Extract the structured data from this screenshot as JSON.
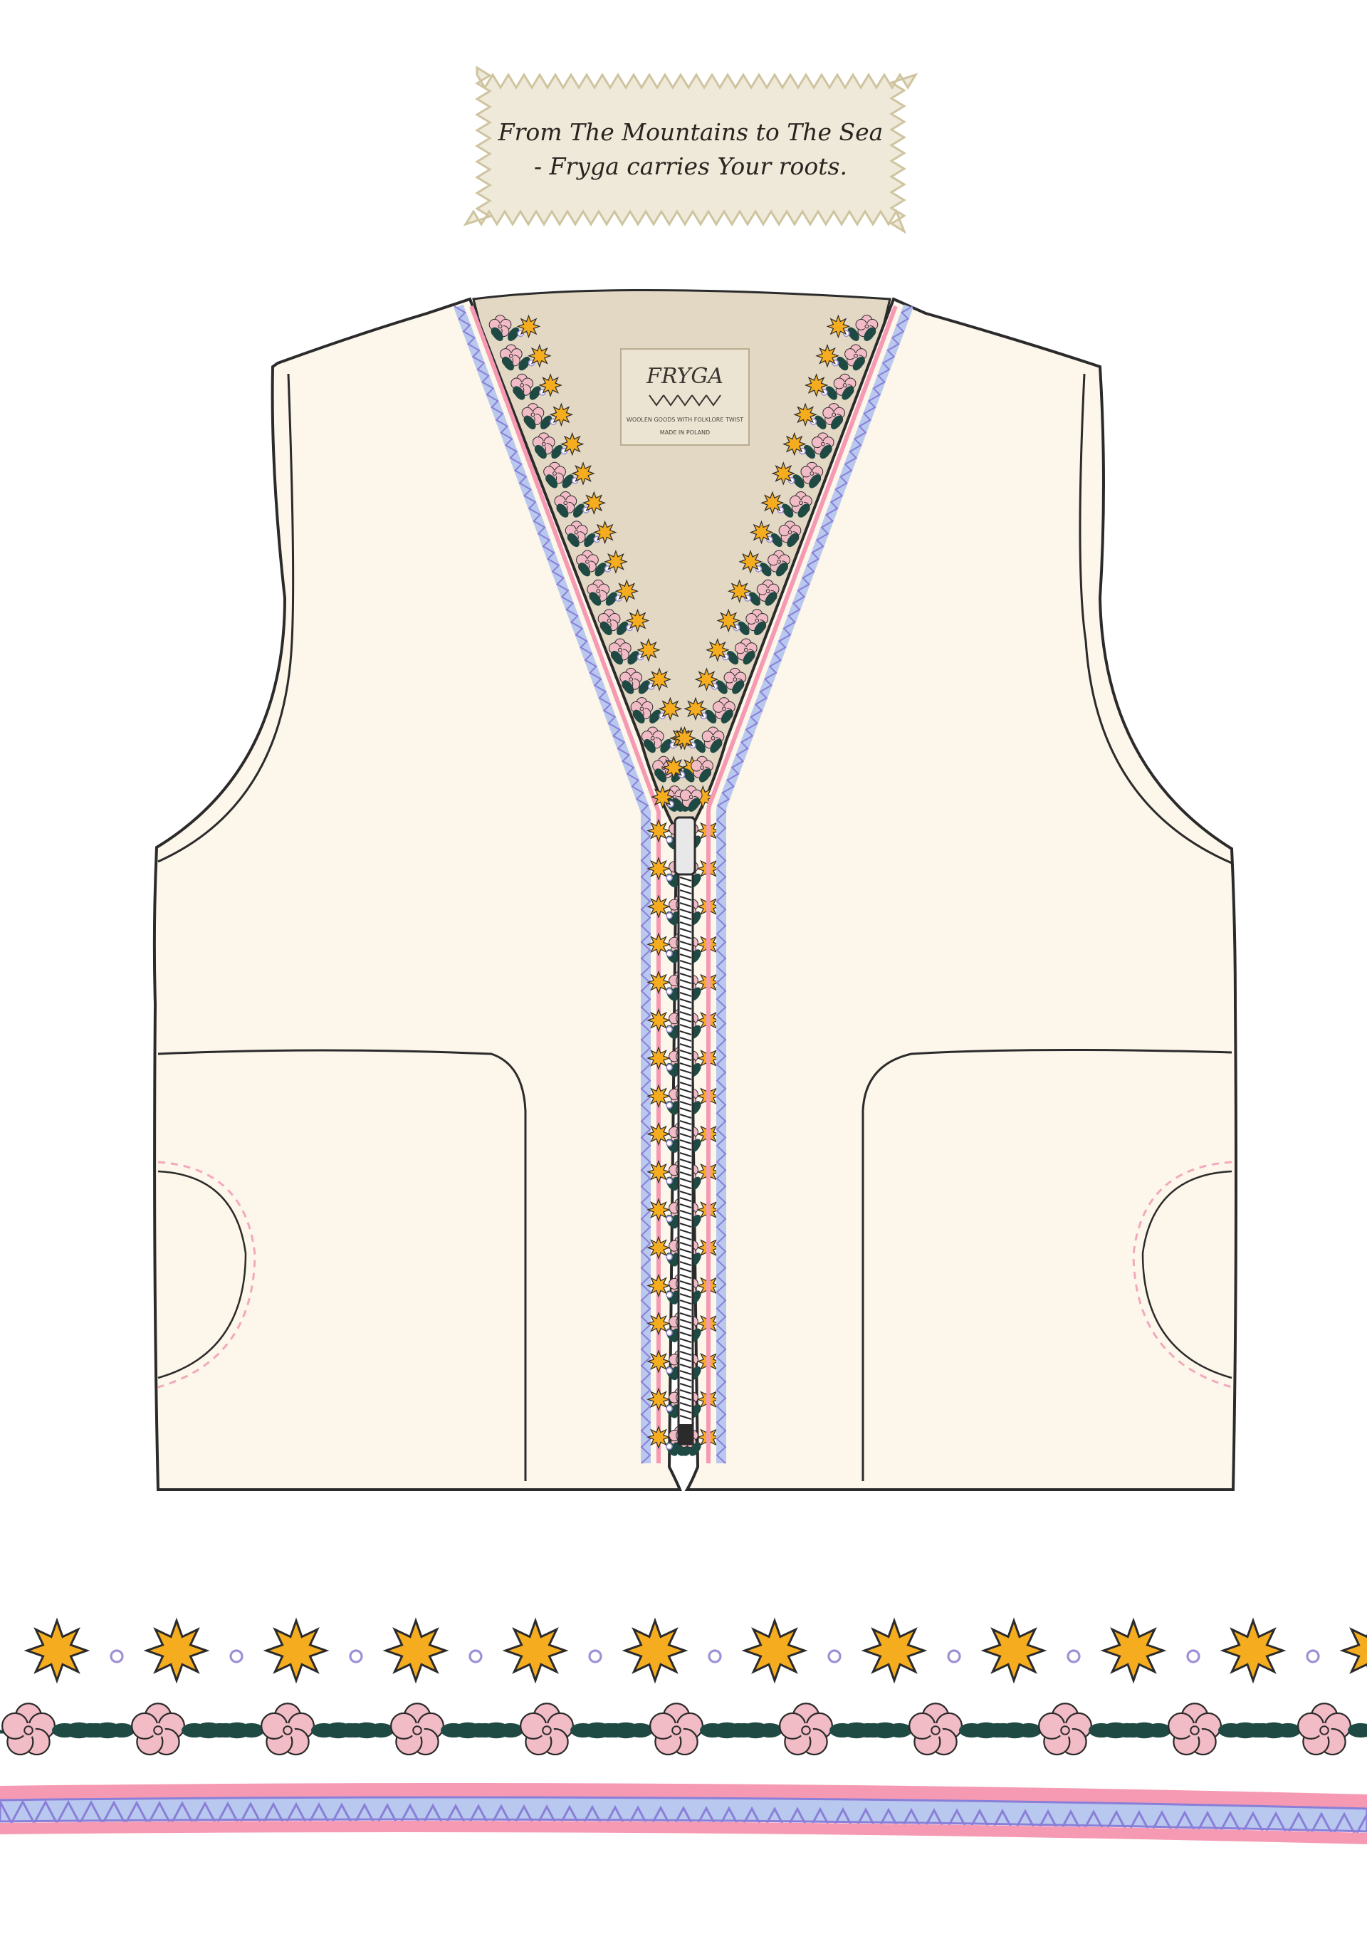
{
  "tag": {
    "line1": "From The Mountains to The Sea",
    "line2": "- Fryga carries Your roots."
  },
  "label": {
    "brand": "FRYGA",
    "sub1": "WOOLEN GOODS WITH FOLKLORE TWIST",
    "sub2": "MADE IN POLAND"
  },
  "colors": {
    "vest": "#fdf6ea",
    "lining": "#e3d8c4",
    "outline": "#2b2b2b",
    "star": "#f5ad1f",
    "flower": "#f2bcc6",
    "leaf": "#1f4a44",
    "dot": "#9e8fd6",
    "zigzag_fill": "#b8c8ee",
    "zigzag_border": "#8a7fd8",
    "pink_stripe": "#f59ab2",
    "tag_bg": "#eee9d9",
    "tag_edge": "#cfc49f"
  },
  "icons": [
    "star-icon",
    "flower-icon",
    "leaf-icon",
    "dot-icon",
    "zipper-icon"
  ]
}
